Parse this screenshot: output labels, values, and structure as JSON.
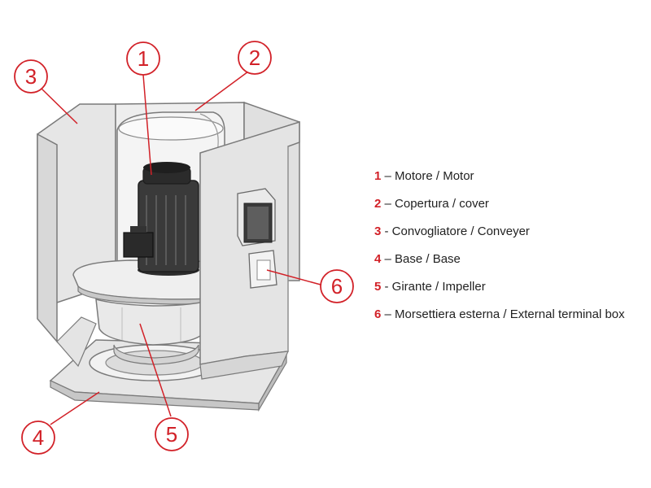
{
  "callouts": [
    "1",
    "2",
    "3",
    "4",
    "5",
    "6"
  ],
  "legend": [
    {
      "number": "1",
      "text": " – Motore / Motor"
    },
    {
      "number": "2",
      "text": " – Copertura / cover"
    },
    {
      "number": "3",
      "text": " - Convogliatore / Conveyer"
    },
    {
      "number": "4",
      "text": " – Base / Base"
    },
    {
      "number": "5",
      "text": " - Girante / Impeller"
    },
    {
      "number": "6",
      "text": " – Morsettiera esterna / External terminal box"
    }
  ],
  "colors": {
    "accent": "#d22128",
    "panel": "#e4e4e4",
    "panel_dark": "#c9c9c9",
    "outline": "#7a7a7a",
    "motor": "#3a3a3a",
    "text": "#222222"
  }
}
